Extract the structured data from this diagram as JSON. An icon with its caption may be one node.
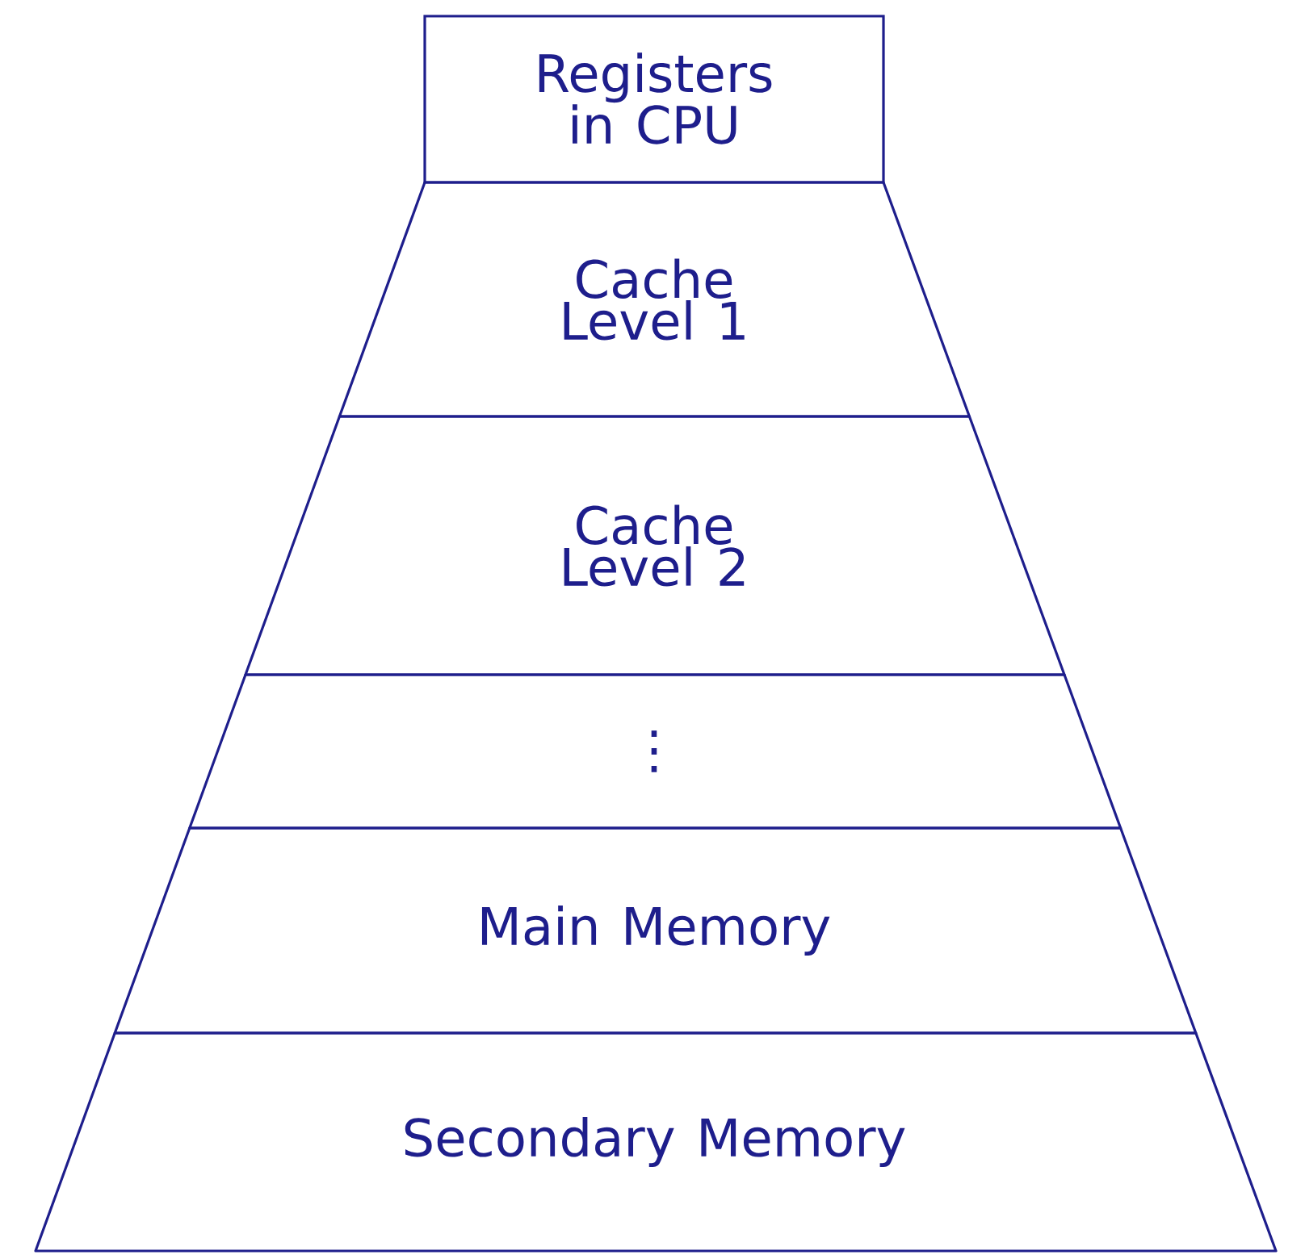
{
  "diagram": {
    "nodes": [
      {
        "text": [
          "Registers in CPU"
        ]
      },
      {
        "text": [
          "Cache Level 1"
        ]
      },
      {
        "text": [
          "Cache Level 2"
        ]
      },
      {
        "text": [
          "⋮"
        ]
      },
      {
        "text": [
          "Main Memory"
        ]
      },
      {
        "text": [
          "Secondary Memory"
        ]
      }
    ]
  }
}
